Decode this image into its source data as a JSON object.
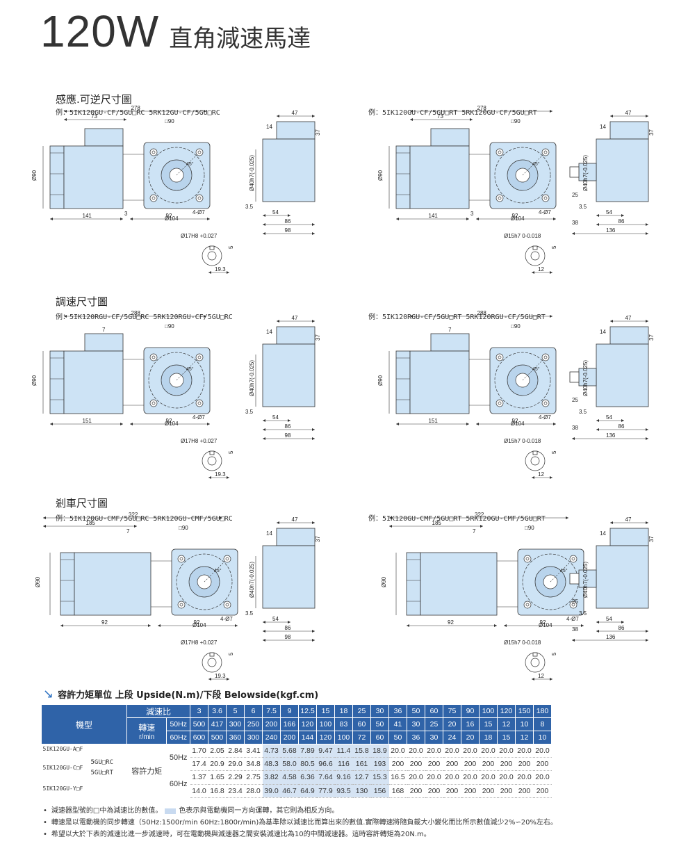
{
  "title": {
    "model": "120W",
    "name": "直角減速馬達"
  },
  "sections": [
    {
      "heading": "感應.可逆尺寸圖",
      "ex_left": "例：5IK120GU-CF/5GU□RC  5RK12GU-CF/5GU□RC",
      "ex_right": "例：5IK120GU-CF/5GU□RT  5RK120GU-CF/5GU□RT"
    },
    {
      "heading": "調速尺寸圖",
      "ex_left": "例：5IK120RGU-CF/5GU□RC  5RK120RGU-CF/5GU□RC",
      "ex_right": "例：5IK120RGU-CF/5GU□RT  5RK120RGU-CF/5GU□RT"
    },
    {
      "heading": "剎車尺寸圖",
      "ex_left": "例：5IK120GU-CMF/5GU□RC  5RK120GU-CMF/5GU□RC",
      "ex_right": "例：5IK120GU-CMF/5GU□RT  5RK120GU-CMF/5GU□RT"
    }
  ],
  "dims": {
    "d278": "278",
    "d73": "73",
    "sq90": "□90",
    "dia90": "Ø90",
    "d141": "141",
    "d3": "3",
    "d7": "7",
    "d92": "92",
    "bolt": "4-Ø7",
    "dia104": "Ø104",
    "ang45": "45°",
    "d47": "47",
    "d14": "14",
    "d37": "37",
    "shaft_rc": "Ø40h7(-0.025)",
    "d35": "3.5",
    "d54": "54",
    "d86": "86",
    "d98": "98",
    "d25": "25",
    "d38": "38",
    "d136": "136",
    "bore17": "Ø17H8 +0.027",
    "key5": "5",
    "d193": "19.3",
    "bore15": "Ø15h7 0-0.018",
    "d12": "12",
    "d288": "288",
    "d151": "151",
    "d322": "322",
    "d185": "185"
  },
  "torque": {
    "heading": "容許力矩單位  上段 Upside(N.m)/下段 Belowside(kgf.cm)",
    "model_label": "機型",
    "ratio_label": "減速比",
    "speed_label": "轉速",
    "speed_unit": "r/min",
    "hz50": "50Hz",
    "hz60": "60Hz",
    "allow_label": "容許力矩",
    "ratios": [
      "3",
      "3.6",
      "5",
      "6",
      "7.5",
      "9",
      "12.5",
      "15",
      "18",
      "25",
      "30",
      "36",
      "50",
      "60",
      "75",
      "90",
      "100",
      "120",
      "150",
      "180"
    ],
    "speed50": [
      "500",
      "417",
      "300",
      "250",
      "200",
      "166",
      "120",
      "100",
      "83",
      "60",
      "50",
      "41",
      "30",
      "25",
      "20",
      "16",
      "15",
      "12",
      "10",
      "8"
    ],
    "speed60": [
      "600",
      "500",
      "360",
      "300",
      "240",
      "200",
      "144",
      "120",
      "100",
      "72",
      "60",
      "50",
      "36",
      "30",
      "24",
      "20",
      "18",
      "15",
      "12",
      "10"
    ],
    "rows": [
      [
        "1.70",
        "2.05",
        "2.84",
        "3.41",
        "4.73",
        "5.68",
        "7.89",
        "9.47",
        "11.4",
        "15.8",
        "18.9",
        "20.0",
        "20.0",
        "20.0",
        "20.0",
        "20.0",
        "20.0",
        "20.0",
        "20.0",
        "20.0"
      ],
      [
        "17.4",
        "20.9",
        "29.0",
        "34.8",
        "48.3",
        "58.0",
        "80.5",
        "96.6",
        "116",
        "161",
        "193",
        "200",
        "200",
        "200",
        "200",
        "200",
        "200",
        "200",
        "200",
        "200"
      ],
      [
        "1.37",
        "1.65",
        "2.29",
        "2.75",
        "3.82",
        "4.58",
        "6.36",
        "7.64",
        "9.16",
        "12.7",
        "15.3",
        "16.5",
        "20.0",
        "20.0",
        "20.0",
        "20.0",
        "20.0",
        "20.0",
        "20.0",
        "20.0"
      ],
      [
        "14.0",
        "16.8",
        "23.4",
        "28.0",
        "39.0",
        "46.7",
        "64.9",
        "77.9",
        "93.5",
        "130",
        "156",
        "168",
        "200",
        "200",
        "200",
        "200",
        "200",
        "200",
        "200",
        "200"
      ]
    ],
    "models": [
      "5IK120GU-A□F",
      "5IK120GU-C□F",
      "5IK120GU-Y□F"
    ],
    "gear_rc": "5GU□RC",
    "gear_rt": "5GU□RT",
    "shade_start": 4,
    "shade_end": 10
  },
  "notes": [
    "減速器型號的□中為減速比的數值。",
    "色表示與電動機同一方向運轉，其它則為相反方向。",
    "轉速是以電動機的同步轉速（50Hz:1500r/min 60Hz:1800r/min)為基準除以減速比而算出來的數值.實際轉速將隨負載大小變化而比所示數值減少2%∽20%左右。",
    "希望以大於下表的減速比進一步減速時，可在電動機與減速器之間安裝減速比為10的中間減速器。這時容許轉矩為20N.m。"
  ],
  "colors": {
    "motor": "#cde3f5",
    "header": "#2f63a8",
    "shade": "#d5e3f3",
    "arrow": "#2a6fc0"
  }
}
